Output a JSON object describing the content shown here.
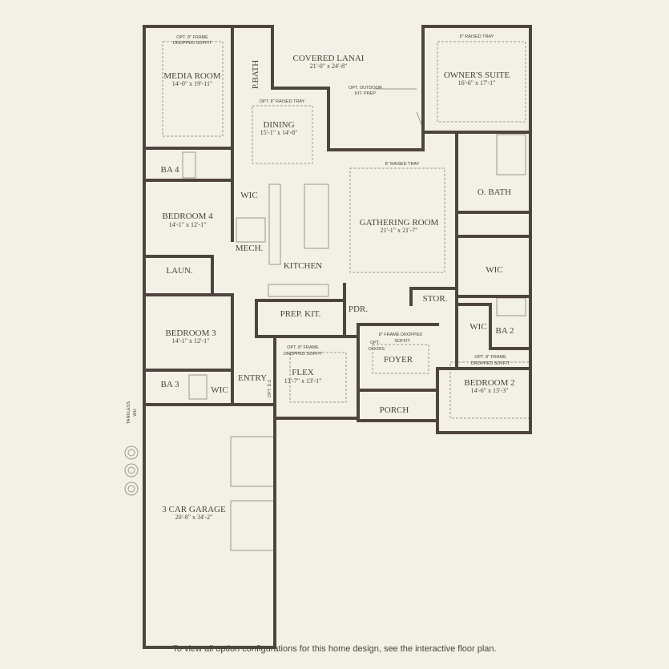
{
  "colors": {
    "background": "#f3f1e7",
    "walls": "#4e453e",
    "lines": "#9c958c"
  },
  "rooms": {
    "media": {
      "label": "MEDIA ROOM",
      "dim": "14'-0\" x 19'-11\"",
      "note1": "OPT. 8\" FRAME",
      "note2": "DROPPED SOFFIT"
    },
    "pbath": {
      "label": "P.BATH"
    },
    "lanai": {
      "label": "COVERED LANAI",
      "dim": "21'-0\" x 24'-8\"",
      "note1": "OPT.  OUTDOOR",
      "note2": "KIT. PREP"
    },
    "owner": {
      "label": "OWNER'S SUITE",
      "dim": "16'-6\" x 17'-1\"",
      "note": "8\" RAISED TRAY"
    },
    "dining": {
      "label": "DINING",
      "dim": "15'-1\" x 14'-8\"",
      "note": "OPT. 8\" RAISED TRAY"
    },
    "gathering": {
      "label": "GATHERING ROOM",
      "dim": "21'-1\" x 21'-7\"",
      "note": "8\" RAISED TRAY"
    },
    "ba4": {
      "label": "BA 4"
    },
    "obath": {
      "label": "O. BATH"
    },
    "wic4": {
      "label": "WIC"
    },
    "bed4": {
      "label": "BEDROOM 4",
      "dim": "14'-1\" x 12'-1\""
    },
    "mech": {
      "label": "MECH."
    },
    "kitchen": {
      "label": "KITCHEN"
    },
    "laun": {
      "label": "LAUN."
    },
    "owic": {
      "label": "WIC"
    },
    "stor": {
      "label": "STOR."
    },
    "pdr": {
      "label": "PDR."
    },
    "prep": {
      "label": "PREP. KIT."
    },
    "wic2": {
      "label": "WIC"
    },
    "ba2": {
      "label": "BA 2"
    },
    "bed3": {
      "label": "BEDROOM 3",
      "dim": "14'-1\" x 12'-1\""
    },
    "flex": {
      "label": "FLEX",
      "dim": "13'-7\" x 13'-1\"",
      "note1": "OPT. 8\" FRAME",
      "note2": "DROPPED SOFFIT"
    },
    "foyer": {
      "label": "FOYER",
      "note1": "8\" FRAME DROPPED",
      "note2": "SOFFIT",
      "opt1": "OPT.",
      "opt2": "DOORS"
    },
    "bed2": {
      "label": "BEDROOM 2",
      "dim": "14'-6\" x 13'-3\"",
      "note1": "OPT. 8\" FRAME",
      "note2": "DROPPED SOFFIT"
    },
    "entry": {
      "label": "ENTRY",
      "optdz": "OPT. D.Z"
    },
    "ba3": {
      "label": "BA 3"
    },
    "wic3": {
      "label": "WIC"
    },
    "porch": {
      "label": "PORCH"
    },
    "garage": {
      "label": "3 CAR GARAGE",
      "dim": "20'-8\" x 34'-2\"",
      "wh1": "TANKLESS",
      "wh2": "WH"
    }
  },
  "caption": "To view all option configurations for this home design, see the interactive floor plan."
}
